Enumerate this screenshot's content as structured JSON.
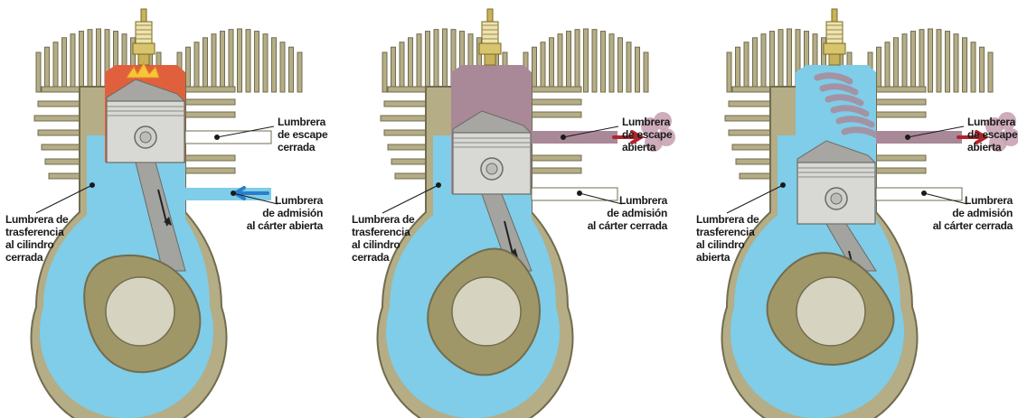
{
  "colors": {
    "engine_body": "#b4ad86",
    "engine_outline": "#716c4f",
    "fin_fill": "#b4ad86",
    "mixture_blue": "#7fcde8",
    "combustion_red": "#e0603e",
    "flame_yellow": "#f7c53a",
    "exhaust_purple": "#a98898",
    "piston_gray": "#d8d8d5",
    "crank_disc": "#d6d3c1",
    "arrow_blue": "#2a7fc8",
    "arrow_red": "#b0252b"
  },
  "icons": [
    "spark-plug-icon",
    "flame-icon",
    "flow-arrow-icon",
    "exhaust-smoke-icon"
  ],
  "stages": [
    {
      "name": "combustion",
      "labels": {
        "exhaust": [
          "Lumbrera",
          "de escape",
          "cerrada"
        ],
        "intake": [
          "Lumbrera",
          "de admisión",
          "al cárter abierta"
        ],
        "transfer": [
          "Lumbrera de",
          "trasferencia",
          "al cilindro",
          "cerrada"
        ]
      }
    },
    {
      "name": "exhaust",
      "labels": {
        "exhaust": [
          "Lumbrera",
          "de escape",
          "abierta"
        ],
        "intake": [
          "Lumbrera",
          "de admisión",
          "al cárter cerrada"
        ],
        "transfer": [
          "Lumbrera de",
          "trasferencia",
          "al cilindro",
          "cerrada"
        ]
      }
    },
    {
      "name": "transfer",
      "labels": {
        "exhaust": [
          "Lumbrera",
          "de escape",
          "abierta"
        ],
        "intake": [
          "Lumbrera",
          "de admisión",
          "al cárter cerrada"
        ],
        "transfer": [
          "Lumbrera de",
          "trasferencia",
          "al cilindro",
          "abierta"
        ]
      }
    }
  ]
}
